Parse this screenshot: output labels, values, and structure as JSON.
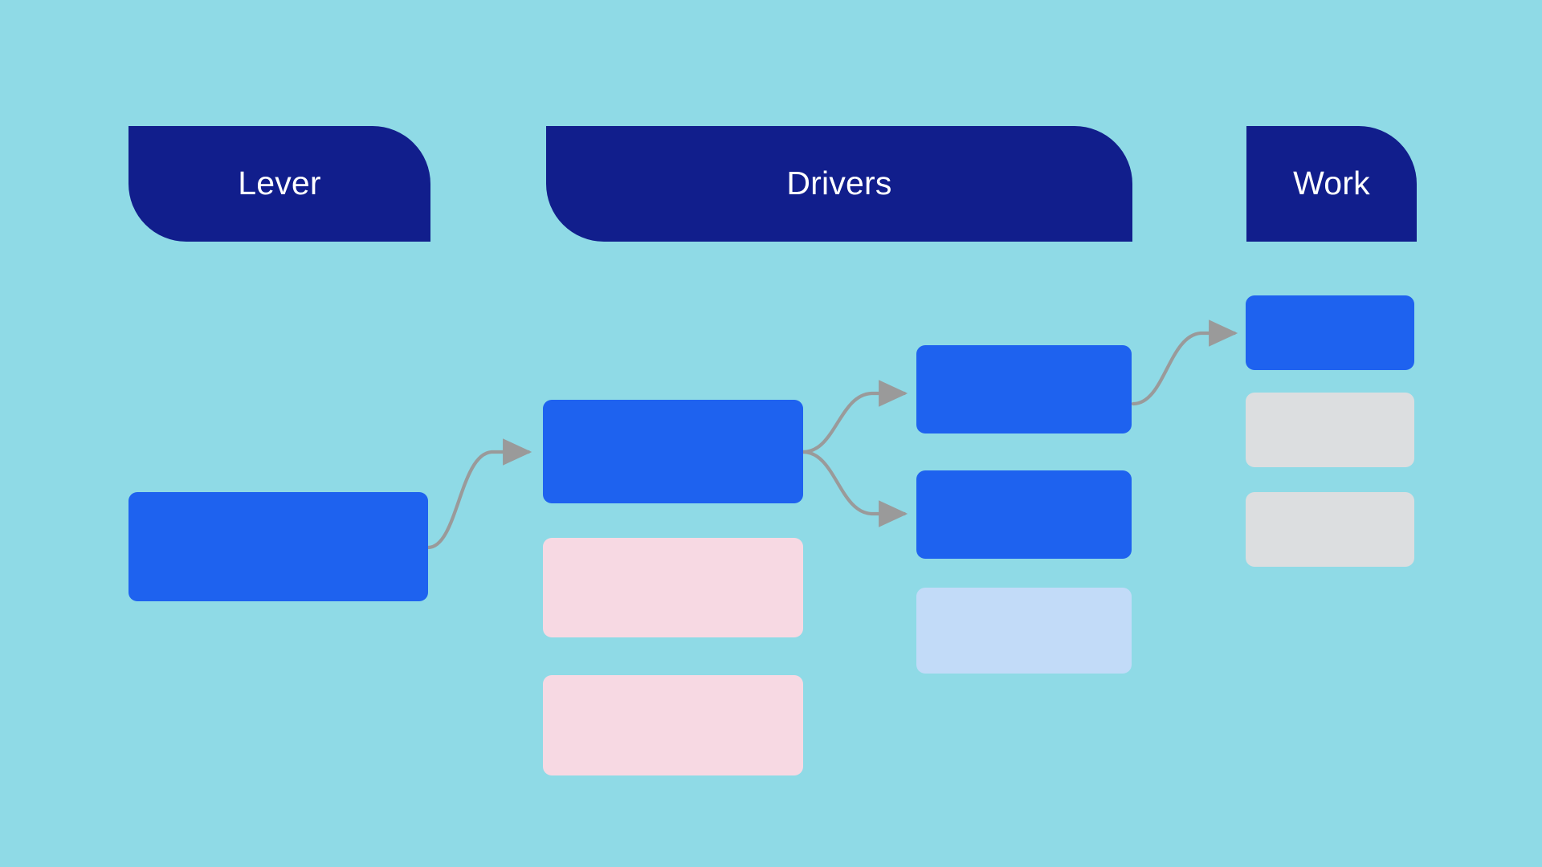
{
  "page": {
    "title": "Lever Drivers Work Diagram",
    "background_color": "#8fdae6"
  },
  "palette": {
    "banner_navy": "#111e8c",
    "banner_text": "#ffffff",
    "node_blue": "#1e62ef",
    "node_pink": "#f7d9e3",
    "node_light_blue": "#c2dbf8",
    "node_grey": "#dcdee0",
    "connector_grey": "#9a9a9a"
  },
  "columns": [
    {
      "id": "lever",
      "label": "Lever"
    },
    {
      "id": "drivers",
      "label": "Drivers"
    },
    {
      "id": "work",
      "label": "Work"
    }
  ],
  "nodes": {
    "lever_1": {
      "label": "",
      "color": "#1e62ef",
      "column": "lever"
    },
    "driver_1": {
      "label": "",
      "color": "#1e62ef",
      "column": "drivers"
    },
    "driver_2": {
      "label": "",
      "color": "#f7d9e3",
      "column": "drivers"
    },
    "driver_3": {
      "label": "",
      "color": "#f7d9e3",
      "column": "drivers"
    },
    "subdriver_1": {
      "label": "",
      "color": "#1e62ef",
      "column": "drivers"
    },
    "subdriver_2": {
      "label": "",
      "color": "#1e62ef",
      "column": "drivers"
    },
    "subdriver_3": {
      "label": "",
      "color": "#c2dbf8",
      "column": "drivers"
    },
    "work_1": {
      "label": "",
      "color": "#1e62ef",
      "column": "work"
    },
    "work_2": {
      "label": "",
      "color": "#dcdee0",
      "column": "work"
    },
    "work_3": {
      "label": "",
      "color": "#dcdee0",
      "column": "work"
    }
  },
  "connectors": [
    {
      "id": "lever1-to-driver1",
      "from": "lever_1",
      "to": "driver_1",
      "style": "curved-arrow"
    },
    {
      "id": "driver1-to-subdriver1",
      "from": "driver_1",
      "to": "subdriver_1",
      "style": "curved-arrow"
    },
    {
      "id": "driver1-to-subdriver2",
      "from": "driver_1",
      "to": "subdriver_2",
      "style": "curved-arrow"
    },
    {
      "id": "subdriver1-to-work1",
      "from": "subdriver_1",
      "to": "work_1",
      "style": "curved-arrow"
    }
  ]
}
